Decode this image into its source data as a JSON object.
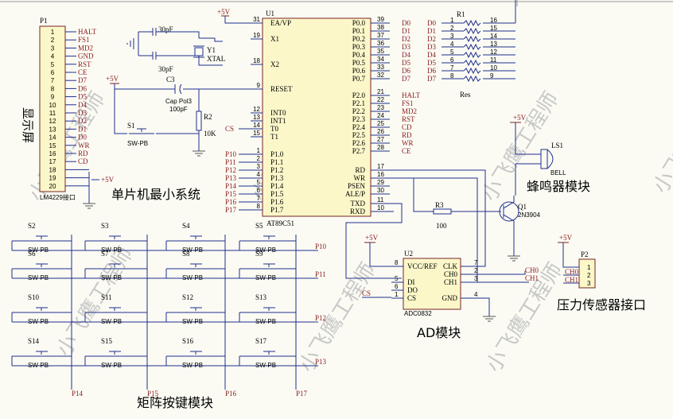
{
  "labels": {
    "p1_ref": "P1",
    "p1_part": "LM4229接口",
    "p1_title": "显示屏",
    "u1_ref": "U1",
    "u1_part": "AT89C51",
    "u2_ref": "U2",
    "u2_part": "ADC0832",
    "r1_ref": "R1",
    "r1_part": "Res",
    "r2_ref": "R2",
    "r2_val": "10K",
    "r3_ref": "R3",
    "r3_val": "100",
    "c1_val": "30pF",
    "c2_val": "30pF",
    "c3_ref": "C3",
    "c3_part": "Cap Pol3",
    "c3_val": "100pF",
    "y1_ref": "Y1",
    "y1_part": "XTAL",
    "s1_ref": "S1",
    "s1_part": "SW-PB",
    "q1_ref": "Q1",
    "q1_part": "2N3904",
    "ls1_ref": "LS1",
    "ls1_part": "BELL",
    "p2_ref": "P2",
    "vcc": "+5V",
    "section_min": "单片机最小系统",
    "section_buzzer": "蜂鸣器模块",
    "section_ad": "AD模块",
    "section_sensor": "压力传感器接口",
    "section_keys": "矩阵按键模块",
    "watermark": "小飞鹰工程师"
  },
  "p1_pins": {
    "numbers": [
      "1",
      "2",
      "3",
      "4",
      "5",
      "6",
      "7",
      "8",
      "9",
      "10",
      "11",
      "12",
      "13",
      "14",
      "15",
      "16",
      "17",
      "18",
      "19",
      "20"
    ],
    "nets": [
      "HALT",
      "FS1",
      "MD2",
      "GND",
      "RST",
      "CE",
      "D7",
      "D6",
      "D5",
      "D4",
      "D3",
      "D2",
      "D1",
      "D0",
      "WR",
      "RD",
      "CD",
      "",
      "",
      ""
    ]
  },
  "u1": {
    "left_pins": [
      {
        "num": "31",
        "name": "EA/VP"
      },
      {
        "num": "19",
        "name": "X1"
      },
      {
        "num": "18",
        "name": "X2"
      },
      {
        "num": "9",
        "name": "RESET"
      },
      {
        "num": "12",
        "name": "INT0"
      },
      {
        "num": "13",
        "name": "INT1"
      },
      {
        "num": "14",
        "name": "T0"
      },
      {
        "num": "15",
        "name": "T1"
      },
      {
        "num": "1",
        "name": "P1.0"
      },
      {
        "num": "2",
        "name": "P1.1"
      },
      {
        "num": "3",
        "name": "P1.2"
      },
      {
        "num": "4",
        "name": "P1.3"
      },
      {
        "num": "5",
        "name": "P1.4"
      },
      {
        "num": "6",
        "name": "P1.5"
      },
      {
        "num": "7",
        "name": "P1.6"
      },
      {
        "num": "8",
        "name": "P1.7"
      }
    ],
    "left_nets": [
      "",
      "",
      "",
      "",
      "",
      "",
      "CS",
      "",
      "P10",
      "P11",
      "P12",
      "P13",
      "P14",
      "P15",
      "P16",
      "P17"
    ],
    "right_pins": [
      {
        "num": "39",
        "name": "P0.0",
        "net": "D0"
      },
      {
        "num": "38",
        "name": "P0.1",
        "net": "D1"
      },
      {
        "num": "37",
        "name": "P0.2",
        "net": "D2"
      },
      {
        "num": "36",
        "name": "P0.3",
        "net": "D3"
      },
      {
        "num": "35",
        "name": "P0.4",
        "net": "D4"
      },
      {
        "num": "34",
        "name": "P0.5",
        "net": "D5"
      },
      {
        "num": "33",
        "name": "P0.6",
        "net": "D6"
      },
      {
        "num": "32",
        "name": "P0.7",
        "net": "D7"
      },
      {
        "num": "21",
        "name": "P2.0",
        "net": "HALT"
      },
      {
        "num": "22",
        "name": "P2.1",
        "net": "FS1"
      },
      {
        "num": "23",
        "name": "P2.2",
        "net": "MD2"
      },
      {
        "num": "24",
        "name": "P2.3",
        "net": "RST"
      },
      {
        "num": "25",
        "name": "P2.4",
        "net": "CD"
      },
      {
        "num": "26",
        "name": "P2.5",
        "net": "RD"
      },
      {
        "num": "27",
        "name": "P2.6",
        "net": "WR"
      },
      {
        "num": "28",
        "name": "P2.7",
        "net": "CE"
      },
      {
        "num": "17",
        "name": "RD",
        "net": ""
      },
      {
        "num": "16",
        "name": "WR",
        "net": ""
      },
      {
        "num": "29",
        "name": "PSEN",
        "net": ""
      },
      {
        "num": "30",
        "name": "ALE/P",
        "net": ""
      },
      {
        "num": "11",
        "name": "TXD",
        "net": ""
      },
      {
        "num": "10",
        "name": "RXD",
        "net": ""
      }
    ]
  },
  "r1": {
    "nets": [
      "D0",
      "D1",
      "D2",
      "D3",
      "D4",
      "D5",
      "D6",
      "D7"
    ],
    "left_nums": [
      "1",
      "2",
      "3",
      "4",
      "5",
      "6",
      "7",
      "8"
    ],
    "right_nums": [
      "16",
      "15",
      "14",
      "13",
      "12",
      "11",
      "10",
      "9"
    ]
  },
  "u2": {
    "left": [
      {
        "num": "8",
        "name": "VCC/REF"
      },
      {
        "num": "5",
        "name": "DI"
      },
      {
        "num": "6",
        "name": "DO"
      },
      {
        "num": "1",
        "name": "CS"
      }
    ],
    "right": [
      {
        "num": "7",
        "name": "CLK"
      },
      {
        "num": "2",
        "name": "CH0"
      },
      {
        "num": "3",
        "name": "CH1"
      },
      {
        "num": "4",
        "name": "GND"
      }
    ],
    "net_cs": "CS",
    "net_ch0": "CH0",
    "net_ch1": "CH1"
  },
  "p2": {
    "pins": [
      "1",
      "2",
      "3"
    ],
    "nets": [
      "+5V",
      "CH0",
      "CH1"
    ]
  },
  "keypad": {
    "switches": [
      [
        "S2",
        "S3",
        "S4",
        "S5"
      ],
      [
        "S6",
        "S7",
        "S8",
        "S9"
      ],
      [
        "S10",
        "S11",
        "S12",
        "S13"
      ],
      [
        "S14",
        "S15",
        "S16",
        "S17"
      ]
    ],
    "part": "SW-PB",
    "row_nets": [
      "P10",
      "P11",
      "P12",
      "P13"
    ],
    "col_nets": [
      "P14",
      "P15",
      "P16",
      "P17"
    ]
  }
}
